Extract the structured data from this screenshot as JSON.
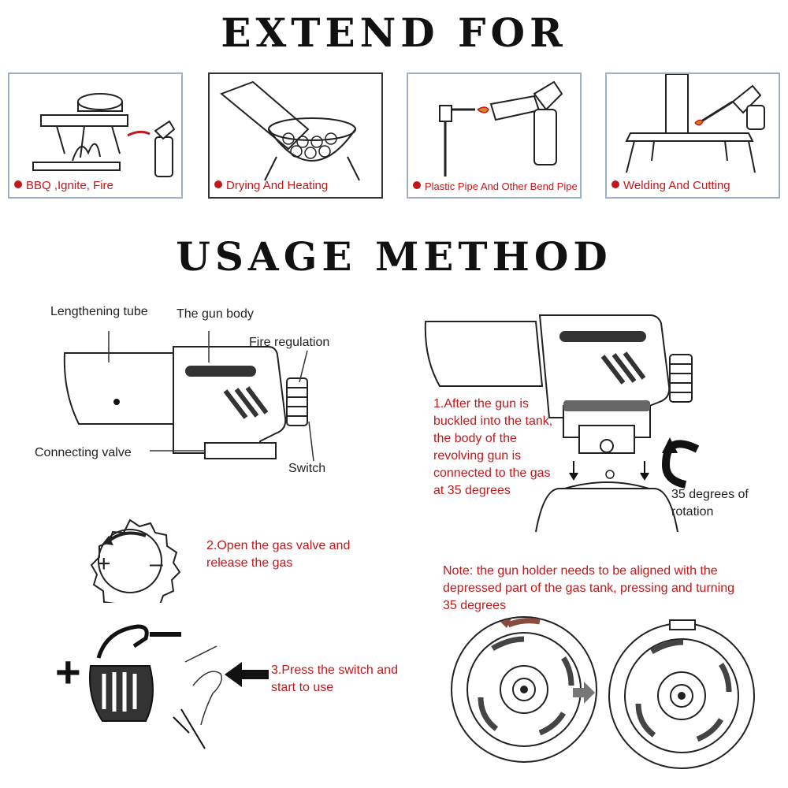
{
  "headings": {
    "extend": "EXTEND FOR",
    "usage": "USAGE METHOD"
  },
  "panels": [
    {
      "caption": "BBQ ,Ignite, Fire"
    },
    {
      "caption": "Drying And Heating"
    },
    {
      "caption": "Plastic Pipe And Other Bend Pipe"
    },
    {
      "caption": "Welding And Cutting"
    }
  ],
  "diagram": {
    "lengthening_tube": "Lengthening tube",
    "gun_body": "The gun body",
    "fire_regulation": "Fire regulation",
    "connecting_valve": "Connecting valve",
    "switch": "Switch"
  },
  "steps": {
    "step1": "1.After the gun is buckled into the tank, the body of the revolving gun is connected to the gas at 35 degrees",
    "rotation": "35 degrees of rotation",
    "step2": "2.Open the gas valve and release the gas",
    "note": "Note: the gun holder needs to be aligned with the depressed part of the gas tank, pressing and turning 35 degrees",
    "step3": "3.Press the switch and start to use"
  },
  "colors": {
    "accent_red": "#c0191b",
    "panel_border": "#9db0c4"
  }
}
